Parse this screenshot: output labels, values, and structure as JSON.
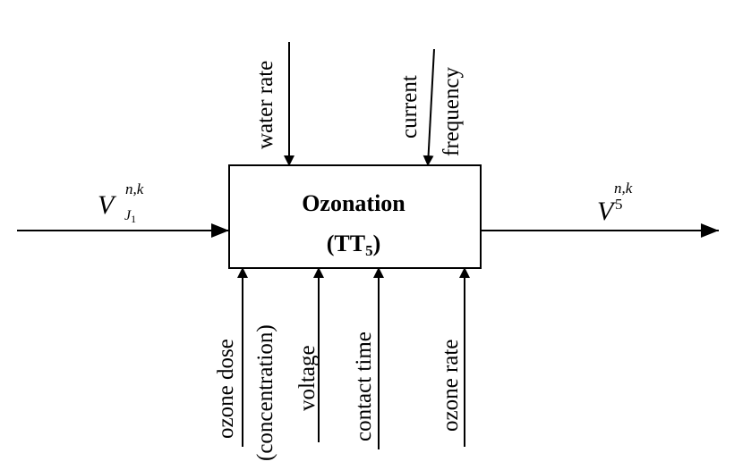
{
  "box": {
    "title": "Ozonation",
    "code_prefix": "(TT",
    "code_subscript": "5",
    "code_suffix": ")"
  },
  "input": {
    "symbol": "V",
    "superscript": "n,k",
    "subscript": "J",
    "subscript_index": "1"
  },
  "output": {
    "symbol": "V",
    "superscript_index": "5",
    "superscript": "n,k"
  },
  "controls_top": {
    "water_rate": "water rate",
    "current": "current",
    "frequency": "frequency"
  },
  "controls_bottom": {
    "ozone_dose": "ozone dose",
    "concentration": "(concentration)",
    "voltage": "voltage",
    "contact_time": "contact time",
    "ozone_rate": "ozone rate"
  }
}
